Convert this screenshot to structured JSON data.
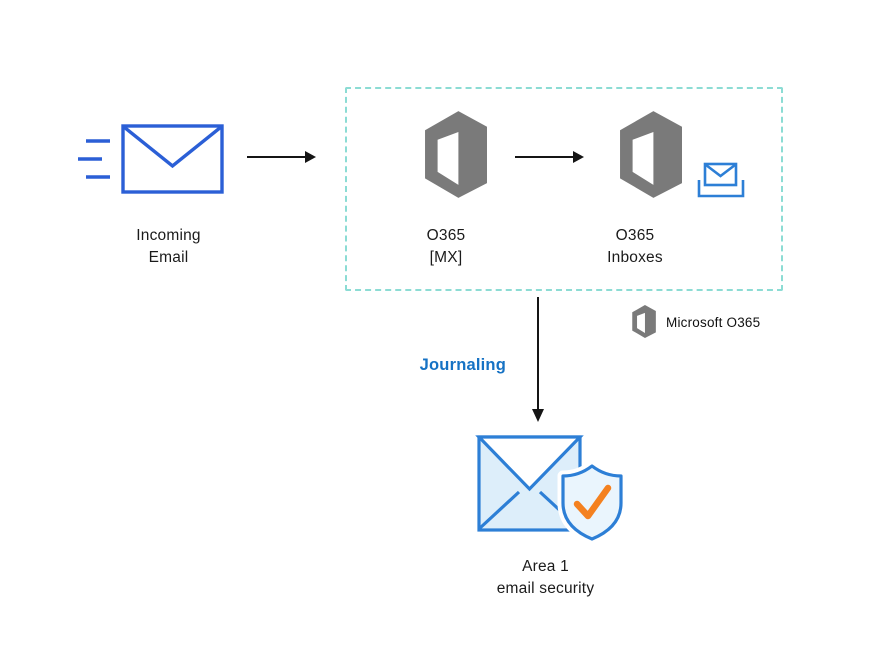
{
  "nodes": {
    "incoming_email": {
      "line1": "Incoming",
      "line2": "Email"
    },
    "o365_mx": {
      "line1": "O365",
      "line2": "[MX]"
    },
    "o365_inboxes": {
      "line1": "O365",
      "line2": "Inboxes"
    },
    "area1": {
      "line1": "Area 1",
      "line2": "email security"
    }
  },
  "labels": {
    "journaling": "Journaling",
    "legend_microsoft_o365": "Microsoft O365"
  },
  "icons": {
    "incoming_email_icon": "envelope-with-speed-lines",
    "o365_mx_icon": "microsoft-office-logo",
    "o365_inboxes_icon": "microsoft-office-logo",
    "inbox_envelope_icon": "envelope-in-tray",
    "legend_icon": "microsoft-office-logo",
    "area1_icon": "envelope-with-shield-checkmark",
    "flow_arrows": [
      "arrow-right",
      "arrow-right",
      "arrow-down"
    ]
  },
  "colors": {
    "envelope_blue": "#2b5fd6",
    "area1_blue": "#2d7fd6",
    "light_blue_fill": "#ddeefa",
    "shield_fill": "#eaf5fd",
    "office_gray": "#7a7a7a",
    "dashed_teal": "#8cdcd4",
    "journaling_blue": "#1672c4",
    "check_orange": "#f48120",
    "arrow_color": "#151515",
    "text_color": "#1b1b1b"
  }
}
